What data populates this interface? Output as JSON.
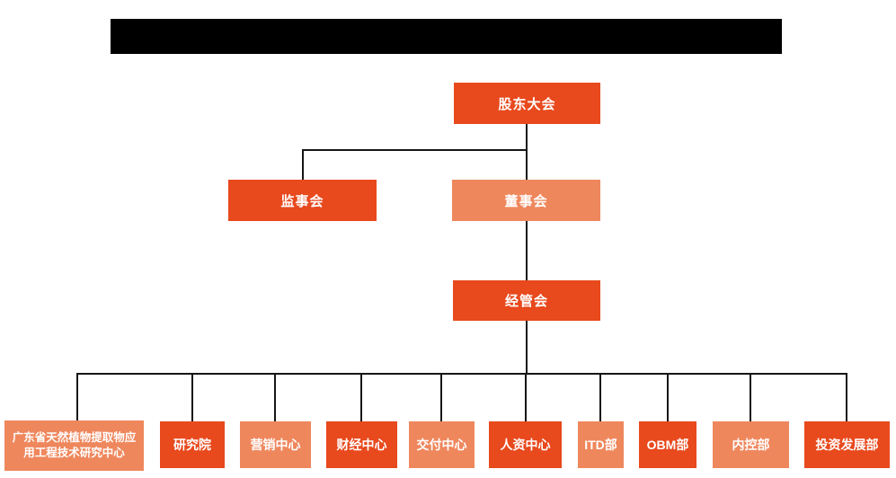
{
  "title_bar": {
    "redacted": true,
    "color": "#000000"
  },
  "colors": {
    "primary_orange": "#E8491D",
    "secondary_salmon": "#EF875D",
    "connector_line": "#161616",
    "node_text": "#FFFFFF",
    "background": "#FFFFFF"
  },
  "org": {
    "level1": [
      {
        "id": "shareholders-meeting",
        "label": "股东大会"
      }
    ],
    "level2": [
      {
        "id": "supervisory-board",
        "label": "监事会"
      },
      {
        "id": "board-of-directors",
        "label": "董事会"
      }
    ],
    "level3": [
      {
        "id": "management-committee",
        "label": "经管会"
      }
    ],
    "level4": [
      {
        "id": "gd-plant-extract-research-center",
        "label": "广东省天然植物提取物应用工程技术研究中心"
      },
      {
        "id": "research-institute",
        "label": "研究院"
      },
      {
        "id": "marketing-center",
        "label": "营销中心"
      },
      {
        "id": "finance-center",
        "label": "财经中心"
      },
      {
        "id": "delivery-center",
        "label": "交付中心"
      },
      {
        "id": "hr-center",
        "label": "人资中心"
      },
      {
        "id": "itd-department",
        "label": "ITD部"
      },
      {
        "id": "obm-department",
        "label": "OBM部"
      },
      {
        "id": "internal-control-department",
        "label": "内控部"
      },
      {
        "id": "investment-development-department",
        "label": "投资发展部"
      }
    ]
  }
}
